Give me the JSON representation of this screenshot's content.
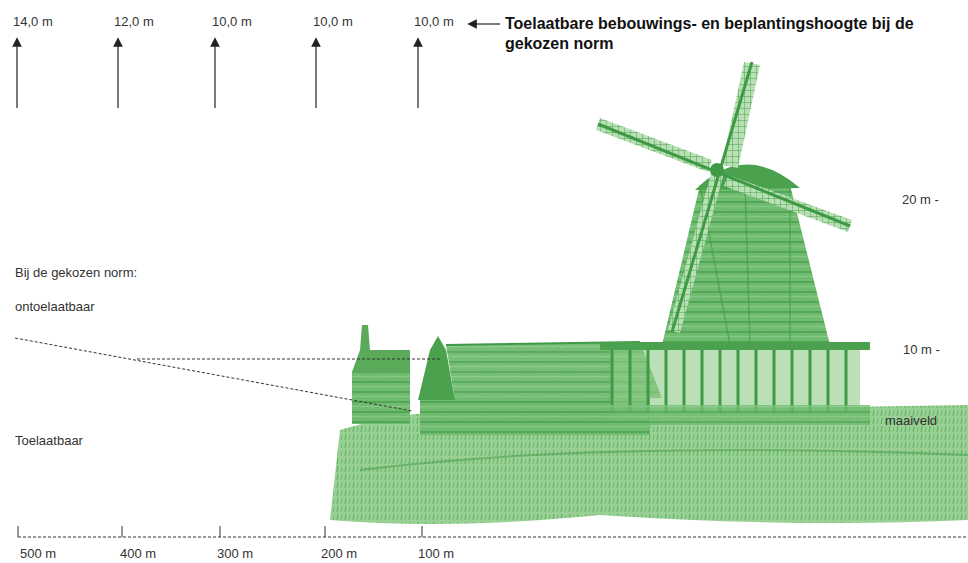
{
  "diagram": {
    "labels": [
      "14,0 m",
      "12,0 m",
      "10,0 m",
      "10,0 m",
      "10,0 m",
      "Toelaatbare bebouwings- en beplantingshoogte bij de gekozen norm",
      "20 m -",
      "Bij de gekozen norm:",
      "ontoelaatbaar",
      "10 m -",
      "maaiveld",
      "Toelaatbaar",
      "500 m",
      "400 m",
      "300 m",
      "200 m",
      "100 m"
    ]
  }
}
